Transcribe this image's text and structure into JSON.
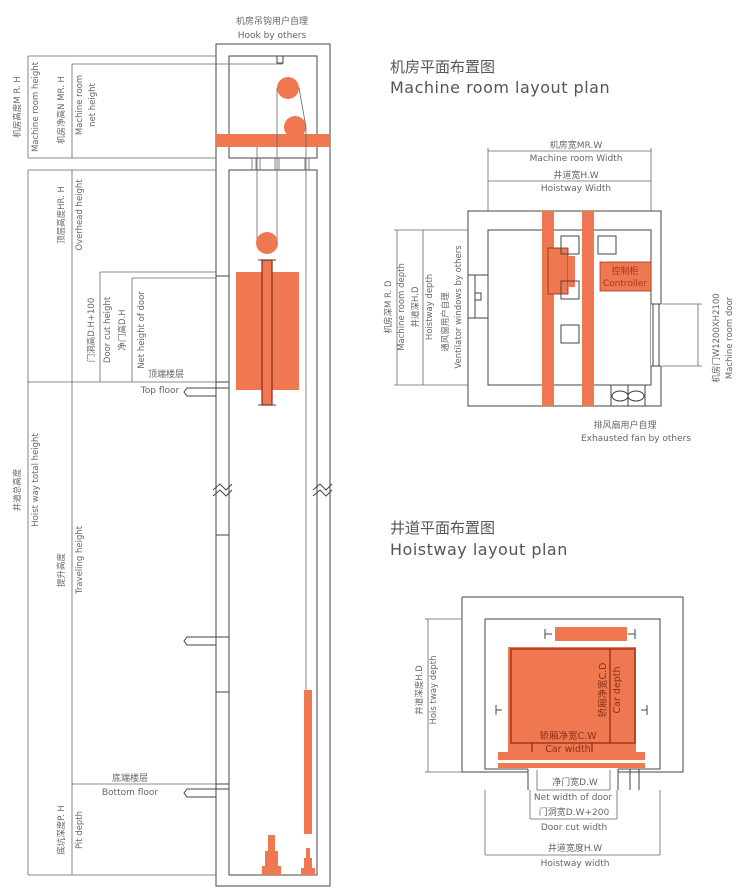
{
  "colors": {
    "accent": "#f07850",
    "accent_dark": "#8a2a10",
    "line": "#444444",
    "text": "#666666"
  },
  "elevation": {
    "hook_cn": "机房吊钩用户自理",
    "hook_en": "Hook by others",
    "mr_height_cn": "机房高度M R. H",
    "mr_height_en": "Machine room height",
    "mr_net_cn": "机房净高N MR. H",
    "mr_net_en1": "Machine room",
    "mr_net_en2": "net height",
    "overhead_cn": "顶层高度HR. H",
    "overhead_en": "Overhead height",
    "door_cut_cn": "门洞高D.H+100",
    "door_cut_en": "Door cut height",
    "door_net_cn": "净门高D.H",
    "door_net_en": "Net height of door",
    "top_floor_cn": "顶端楼层",
    "top_floor_en": "Top floor",
    "total_cn": "井道总高度",
    "total_en": "Hoist way total height",
    "travel_cn": "提升高度",
    "travel_en": "Traveling height",
    "bottom_floor_cn": "底端楼层",
    "bottom_floor_en": "Bottom floor",
    "pit_cn": "底坑深度P. H",
    "pit_en": "Pit depth"
  },
  "machine_room": {
    "title_cn": "机房平面布置图",
    "title_en": "Machine room layout plan",
    "width_cn": "机房宽MR.W",
    "width_en": "Machine room Width",
    "hw_cn": "井道宽H.W",
    "hw_en": "Hoistway Width",
    "depth_cn": "机房深M R. D",
    "depth_en": "Machine room depth",
    "hd_cn": "井道深H.D",
    "hd_en": "Hoistway depth",
    "vent_cn": "通风窗用户自理",
    "vent_en": "Ventilator windows by others",
    "controller_cn": "控制柜",
    "controller_en": "Controller",
    "door_cn": "机房门W1200XH2100",
    "door_en": "Machine room door",
    "fan_cn": "排风扇用户自理",
    "fan_en": "Exhausted fan by others"
  },
  "hoistway": {
    "title_cn": "井道平面布置图",
    "title_en": "Hoistway layout plan",
    "depth_cn": "井道深度H.D",
    "depth_en": "Hois tway depth",
    "car_depth_cn": "轿厢净宽C.D",
    "car_depth_en": "Car depth",
    "car_width_cn": "轿厢净宽C.W",
    "car_width_en": "Car width",
    "door_net_cn": "净门宽D.W",
    "door_net_en": "Net width of door",
    "door_cut_cn": "门洞宽D.W+200",
    "door_cut_en": "Door cut width",
    "width_cn": "井道宽度H.W",
    "width_en": "Hoistway width"
  }
}
